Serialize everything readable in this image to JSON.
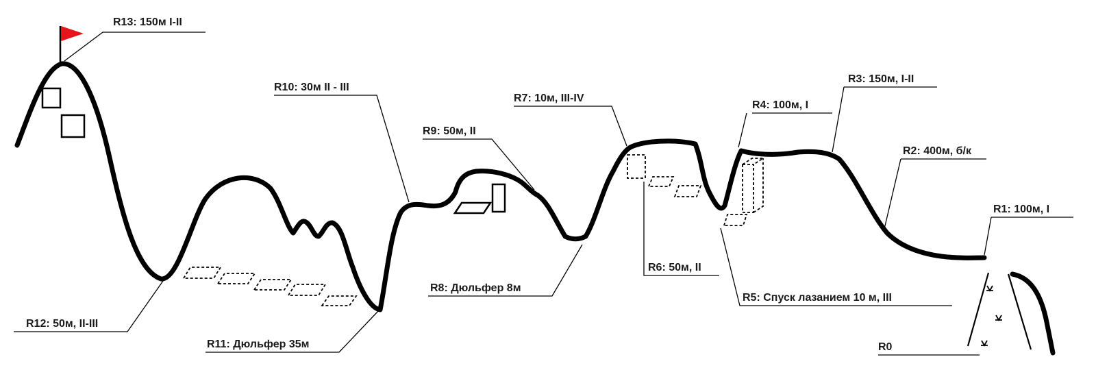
{
  "labels": {
    "R0": "R0",
    "R1": "R1: 100м, I",
    "R2": "R2: 400м, б/к",
    "R3": "R3: 150м, I-II",
    "R4": "R4: 100м, I",
    "R5": "R5: Спуск лазанием 10 м, III",
    "R6": "R6: 50м, II",
    "R7": "R7: 10м, III-IV",
    "R8": "R8: Дюльфер 8м",
    "R9": "R9: 50м, II",
    "R10": "R10: 30м II - III",
    "R11": "R11: Дюльфер 35м",
    "R12": "R12: 50м, II-III",
    "R13": "R13: 150м I-II"
  },
  "colors": {
    "ridge": "#000000",
    "flag": "#e8141c",
    "text": "#1a1a1a"
  },
  "icons": {
    "summit": "red-flag-icon",
    "approach": "grass-tuft-icon"
  }
}
